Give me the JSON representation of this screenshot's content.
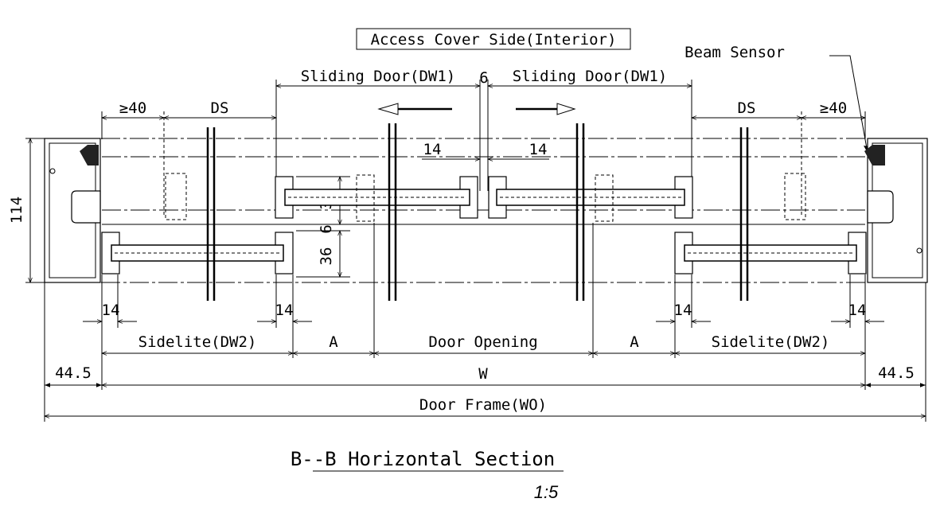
{
  "labels": {
    "access_cover": "Access Cover Side(Interior)",
    "beam_sensor": "Beam Sensor",
    "sliding_door_left": "Sliding Door(DW1)",
    "sliding_door_right": "Sliding Door(DW1)",
    "gap_top": "6",
    "ge40_left": "≥40",
    "ge40_right": "≥40",
    "ds_left": "DS",
    "ds_right": "DS",
    "d14_left_mid": "14",
    "d14_right_mid": "14",
    "d114": "114",
    "d36_top": "36",
    "d6_mid": "6",
    "d36_bottom": "36",
    "d14_b1": "14",
    "d14_b2": "14",
    "d14_b3": "14",
    "d14_b4": "14",
    "sidelite_left": "Sidelite(DW2)",
    "a_left": "A",
    "door_opening": "Door Opening",
    "a_right": "A",
    "sidelite_right": "Sidelite(DW2)",
    "d445_left": "44.5",
    "w": "W",
    "d445_right": "44.5",
    "door_frame": "Door Frame(WO)",
    "section_title": "B--B Horizontal Section",
    "scale": "1:5"
  }
}
